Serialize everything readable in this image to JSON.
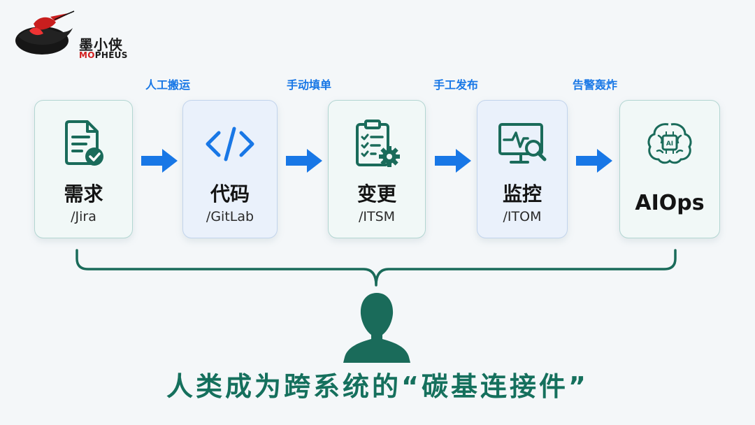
{
  "logo": {
    "cn": "墨小侠",
    "en_red": "MO",
    "en_rest": "PHEUS"
  },
  "stages": [
    {
      "title": "需求",
      "sub": "/Jira",
      "icon": "document-check-icon"
    },
    {
      "title": "代码",
      "sub": "/GitLab",
      "icon": "code-icon"
    },
    {
      "title": "变更",
      "sub": "/ITSM",
      "icon": "checklist-gear-icon"
    },
    {
      "title": "监控",
      "sub": "/ITOM",
      "icon": "monitor-search-icon"
    },
    {
      "title": "AIOps",
      "sub": "",
      "icon": "ai-brain-icon"
    }
  ],
  "transitions": [
    "人工搬运",
    "手动填单",
    "手工发布",
    "告警轰炸"
  ],
  "conclusion": "人类成为跨系统的“碳基连接件”",
  "colors": {
    "teal": "#1a6b5a",
    "arrow_blue": "#1877e6",
    "person": "#1a6b5a",
    "brace": "#1a6b5a"
  }
}
